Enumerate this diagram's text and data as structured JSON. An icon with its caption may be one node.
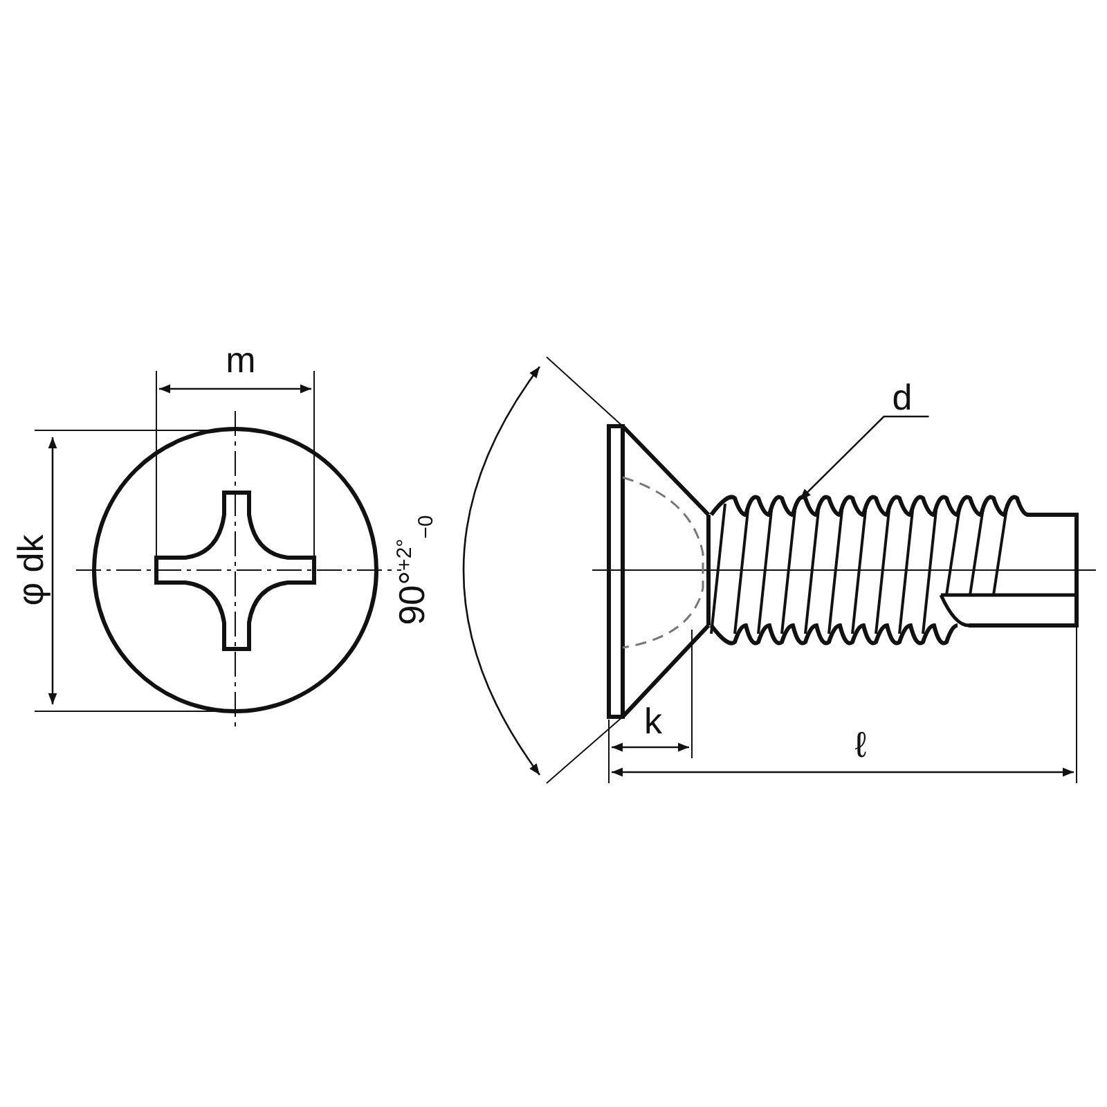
{
  "diagram": {
    "nodes": [
      {
        "text": [
          "d"
        ]
      },
      {
        "text": [],
        "shape": "picture"
      }
    ],
    "edges": [
      {
        "from": 0,
        "to": 1,
        "arrow": "to"
      }
    ],
    "labels": [
      "m",
      "φ dk",
      "90°$^{+2°}$$_{−0}$",
      "k",
      "ℓ"
    ]
  }
}
